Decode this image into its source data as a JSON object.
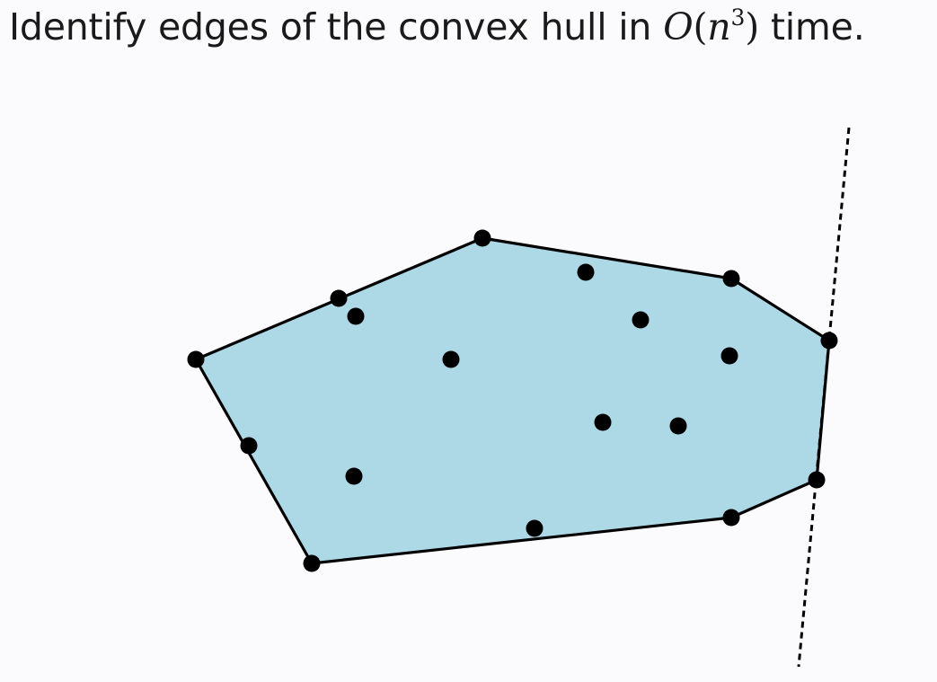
{
  "slide": {
    "title_text": "Identify edges of the convex hull in",
    "title_math_symbol": "O",
    "title_math_open": "(",
    "title_math_var": "n",
    "title_math_exp": "3",
    "title_math_close": ")",
    "title_suffix": "time."
  },
  "diagram": {
    "hull_fill": "#add8e6",
    "hull_stroke": "#000000",
    "point_color": "#000000",
    "line_style": "dashed"
  }
}
